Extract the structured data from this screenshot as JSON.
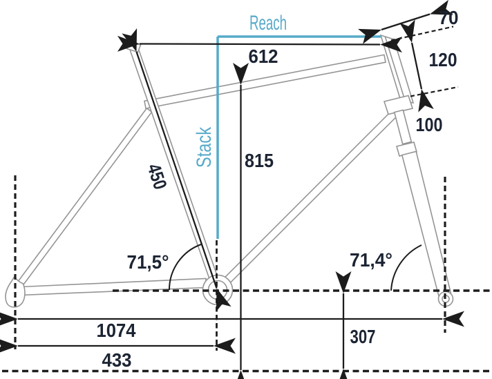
{
  "diagram": {
    "title": "Bicycle frame geometry diagram",
    "colors": {
      "accent_cyan": "#57aac9",
      "ink": "#1d1d1d",
      "tube_gray": "#949494",
      "label_dark": "#1c2433"
    },
    "labels": {
      "reach": "Reach",
      "stack": "Stack",
      "top_tube_length": "612",
      "stem_length": "70",
      "head_tube_length": "120",
      "fork_travel": "100",
      "standover_height": "815",
      "seat_tube_length": "450",
      "seat_tube_angle": "71,5°",
      "head_tube_angle": "71,4°",
      "wheelbase": "1074",
      "chainstay_length": "433",
      "bb_height": "307"
    }
  }
}
